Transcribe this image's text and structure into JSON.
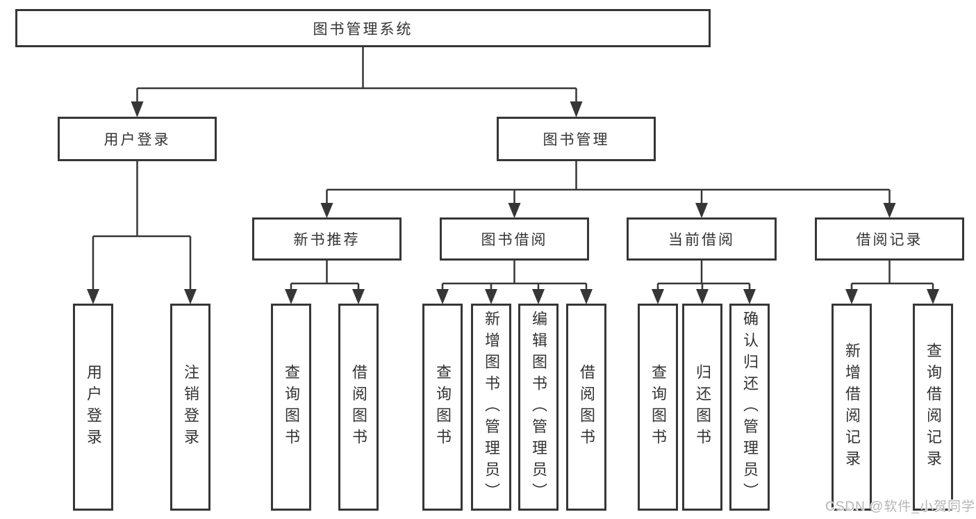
{
  "diagram_title": "图书管理系统",
  "colors": {
    "line": "#363636",
    "box_border": "#363636",
    "text": "#333333",
    "background": "#ffffff",
    "watermark": "#b5b5b5"
  },
  "tree": {
    "root": {
      "label": "图书管理系统"
    },
    "branches": [
      {
        "label": "用户登录",
        "children": [
          {
            "label": "用户登录"
          },
          {
            "label": "注销登录"
          }
        ]
      },
      {
        "label": "图书管理",
        "children": [
          {
            "label": "新书推荐",
            "children": [
              {
                "label": "查询图书"
              },
              {
                "label": "借阅图书"
              }
            ]
          },
          {
            "label": "图书借阅",
            "children": [
              {
                "label": "查询图书"
              },
              {
                "label": "新增图书（管理员）"
              },
              {
                "label": "编辑图书（管理员）"
              },
              {
                "label": "借阅图书"
              }
            ]
          },
          {
            "label": "当前借阅",
            "children": [
              {
                "label": "查询图书"
              },
              {
                "label": "归还图书"
              },
              {
                "label": "确认归还（管理员）"
              }
            ]
          },
          {
            "label": "借阅记录",
            "children": [
              {
                "label": "新增借阅记录"
              },
              {
                "label": "查询借阅记录"
              }
            ]
          }
        ]
      }
    ]
  },
  "watermark": "CSDN @软件_小贺同学"
}
